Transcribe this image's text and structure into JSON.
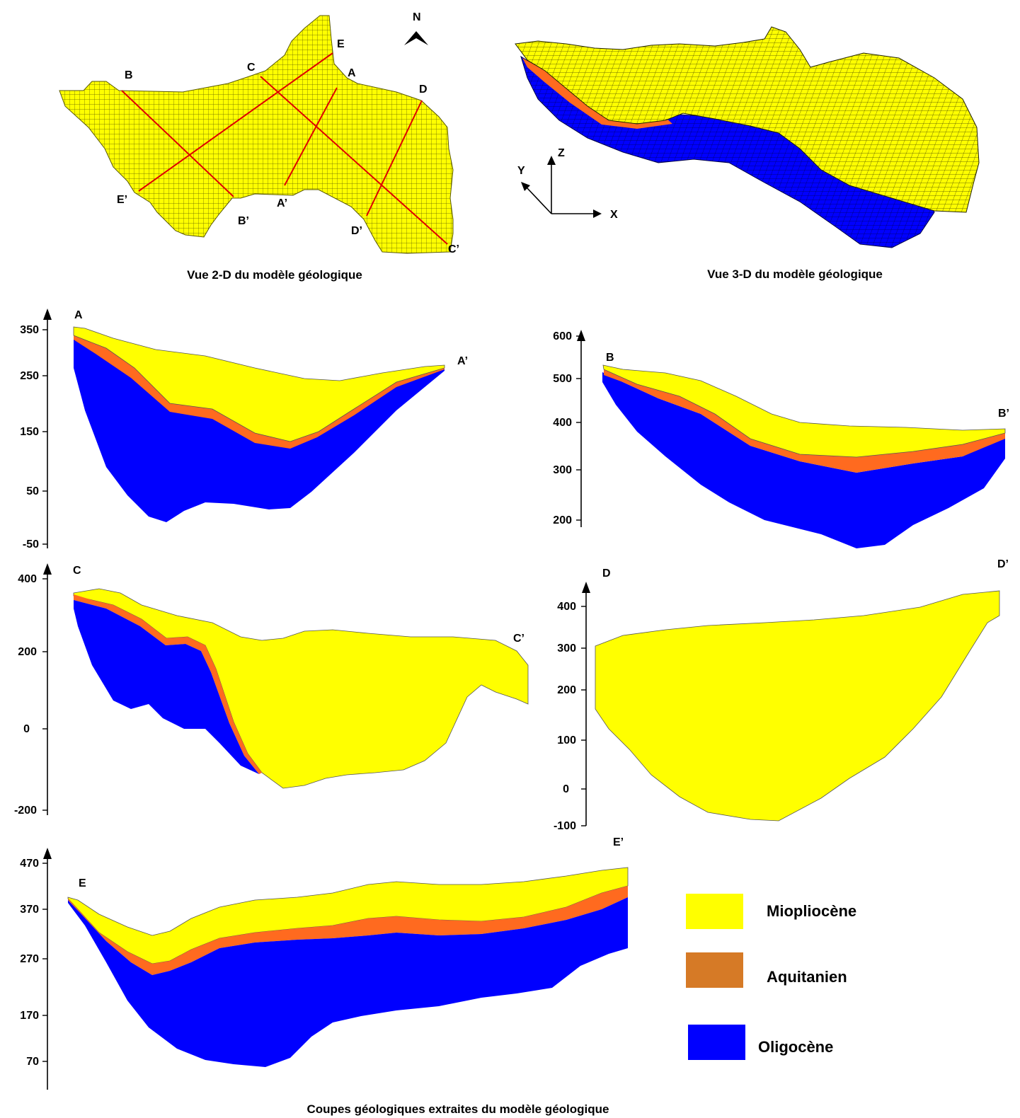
{
  "colors": {
    "miopliocene": "#ffff00",
    "aquitanien_section": "#ff6a1f",
    "aquitanien_legend": "#d67a26",
    "oligocene": "#0000ff",
    "section_line": "#e00000"
  },
  "map2d": {
    "north": "N",
    "points": {
      "A": "A",
      "A2": "A’",
      "B": "B",
      "B2": "B’",
      "C": "C",
      "C2": "C’",
      "D": "D",
      "D2": "D’",
      "E": "E",
      "E2": "E’"
    },
    "caption": "Vue 2-D du modèle géologique"
  },
  "view3d": {
    "axes": {
      "x": "X",
      "y": "Y",
      "z": "Z"
    },
    "caption": "Vue 3-D du modèle géologique"
  },
  "sections": {
    "aa": {
      "start": "A",
      "end": "A’",
      "ticks": [
        "350",
        "250",
        "150",
        "50",
        "-50"
      ]
    },
    "bb": {
      "start": "B",
      "end": "B’",
      "ticks": [
        "600",
        "500",
        "400",
        "300",
        "200"
      ]
    },
    "cc": {
      "start": "C",
      "end": "C’",
      "ticks": [
        "400",
        "200",
        "0",
        "-200"
      ]
    },
    "dd": {
      "start": "D",
      "end": "D’",
      "ticks": [
        "400",
        "300",
        "200",
        "100",
        "0",
        "-100"
      ]
    },
    "ee": {
      "start": "E",
      "end": "E’",
      "ticks": [
        "470",
        "370",
        "270",
        "170",
        "70"
      ]
    }
  },
  "legend": {
    "items": [
      {
        "label": "Miopliocène",
        "icon": "yellow-swatch"
      },
      {
        "label": "Aquitanien",
        "icon": "orange-swatch"
      },
      {
        "label": "Oligocène",
        "icon": "blue-swatch"
      }
    ]
  },
  "caption_sections": "Coupes géologiques extraites du modèle géologique"
}
